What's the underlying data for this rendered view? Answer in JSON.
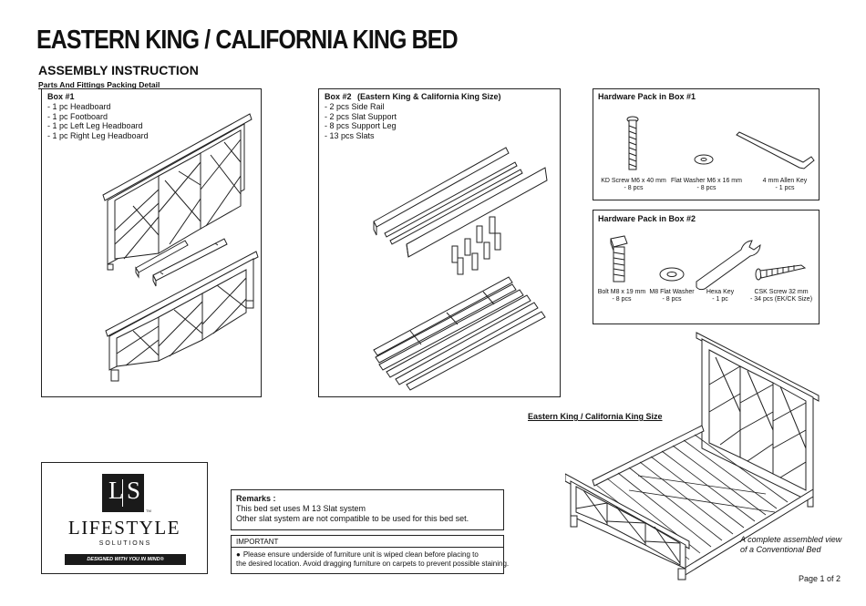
{
  "doc": {
    "title": "EASTERN KING / CALIFORNIA KING BED",
    "subtitle": "ASSEMBLY INSTRUCTION",
    "section": "Parts And Fittings Packing Detail",
    "page": "Page 1 of 2"
  },
  "box1": {
    "heading": "Box #1",
    "items": [
      "- 1 pc Headboard",
      "- 1 pc Footboard",
      "- 1 pc Left Leg Headboard",
      "- 1 pc Right Leg Headboard"
    ]
  },
  "box2": {
    "heading": "Box #2",
    "heading_suffix": "(Eastern King & California King Size)",
    "items": [
      "- 2 pcs Side Rail",
      "- 2 pcs Slat Support",
      "- 8 pcs Support Leg",
      "- 13 pcs Slats"
    ]
  },
  "hw1": {
    "heading": "Hardware Pack in Box #1",
    "items": [
      {
        "name": "KD Screw M6 x 40 mm",
        "qty": "- 8 pcs",
        "icon": "kd-screw-icon"
      },
      {
        "name": "Flat Washer M6 x 16 mm",
        "qty": "- 8 pcs",
        "icon": "flat-washer-icon"
      },
      {
        "name": "4 mm Allen Key",
        "qty": "- 1 pcs",
        "icon": "allen-key-icon"
      }
    ]
  },
  "hw2": {
    "heading": "Hardware Pack in Box #2",
    "items": [
      {
        "name": "Bolt M8 x 19 mm",
        "qty": "- 8 pcs",
        "icon": "bolt-icon"
      },
      {
        "name": "M8 Flat Washer",
        "qty": "- 8 pcs",
        "icon": "washer-icon"
      },
      {
        "name": "Hexa Key",
        "qty": "- 1 pc",
        "icon": "wrench-icon"
      },
      {
        "name": "CSK Screw 32 mm",
        "qty": "- 34 pcs (EK/CK Size)",
        "icon": "csk-screw-icon"
      }
    ]
  },
  "assembled": {
    "label": "Eastern King / California King Size",
    "caption_line1": "A complete assembled view",
    "caption_line2": "of a Conventional Bed"
  },
  "remarks": {
    "heading": "Remarks :",
    "line1": "This bed set uses M 13 Slat system",
    "line2": "Other slat system are not compatible to be used for this bed set."
  },
  "important": {
    "heading": "IMPORTANT",
    "line1": "Please ensure underside of furniture unit is wiped clean before placing to",
    "line2": "the desired location. Avoid dragging furniture on carpets to prevent possible staining."
  },
  "logo": {
    "l": "L",
    "s": "S",
    "tm": "TM",
    "brand": "LIFESTYLE",
    "sub": "S O L U T I O N S",
    "tagline": "DESIGNED WITH YOU IN MIND®"
  }
}
